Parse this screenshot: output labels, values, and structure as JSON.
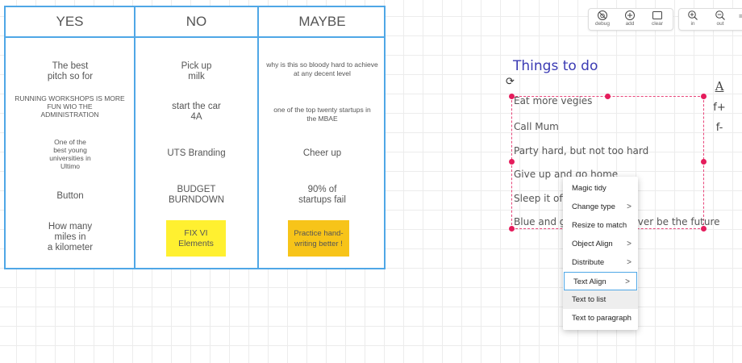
{
  "board": {
    "columns": [
      "YES",
      "NO",
      "MAYBE"
    ],
    "yes": [
      "The best\npitch so for",
      "RUNNING WORKSHOPS IS MORE\nFUN WIO THE\nADMINISTRATION",
      "One of the\nbest young\nuniversities in\nUltimo",
      "Button",
      "How many\nmiles in\na kilometer"
    ],
    "no": [
      "Pick up\nmilk",
      "start the car\n4A",
      "UTS Branding",
      "BUDGET\nBURNDOWN"
    ],
    "maybe": [
      "why is this so bloody hard to achieve\nat any decent level",
      "one of the top twenty startups in\nthe MBAE",
      "Cheer up",
      "90% of\nstartups fail"
    ],
    "stickies": [
      {
        "text": "FIX VI\nElements",
        "color": "#fff030"
      },
      {
        "text": "Practice hand-\nwriting better !",
        "color": "#f7c419"
      }
    ]
  },
  "toolbar": {
    "debug": "debug",
    "add": "add",
    "clear": "clear",
    "zoom_in": "in",
    "zoom_out": "out"
  },
  "todo": {
    "title": "Things to do",
    "items": [
      "Eat more vegies",
      "Call Mum",
      "Party hard, but not too hard",
      "Give up and go home",
      "Sleep it off",
      "Blue and green should never be the future"
    ]
  },
  "side_panel": {
    "font_label": "A",
    "font_increase": "f+",
    "font_decrease": "f-"
  },
  "context_menu": [
    {
      "label": "Magic tidy",
      "submenu": false
    },
    {
      "label": "Change type",
      "submenu": true
    },
    {
      "label": "Resize to match",
      "submenu": false
    },
    {
      "label": "Object Align",
      "submenu": true
    },
    {
      "label": "Distribute",
      "submenu": true
    },
    {
      "label": "Text Align",
      "submenu": true,
      "state": "focused"
    },
    {
      "label": "Text to list",
      "submenu": false,
      "state": "hover"
    },
    {
      "label": "Text to paragraph",
      "submenu": false
    }
  ],
  "submenu_arrow": ">",
  "rotate_glyph": "⟳",
  "colors": {
    "accent": "#4fa7e6",
    "selection": "#e51c5c",
    "title": "#3a3ab3"
  }
}
